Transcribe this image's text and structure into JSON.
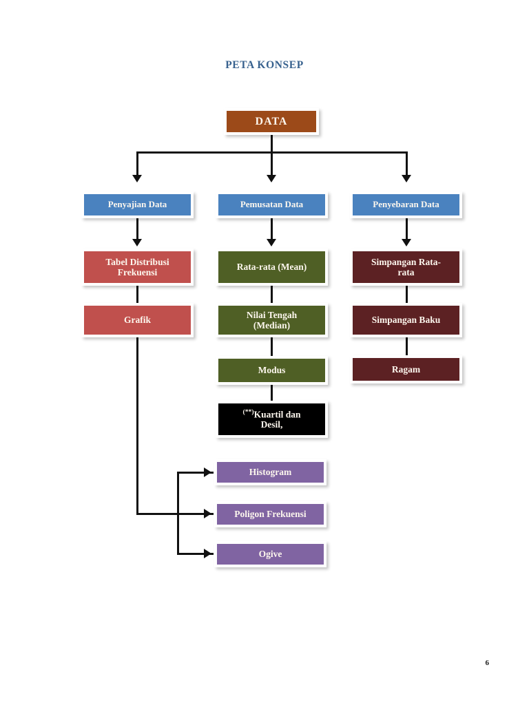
{
  "document": {
    "title": "PETA KONSEP",
    "page_number": "6"
  },
  "colors": {
    "title": "#37618e",
    "root": "#9c4a19",
    "level1": "#4a82bf",
    "penyajian_branch": "#c0504d",
    "pemusatan_branch": "#4f5f25",
    "penyebaran_branch": "#5c2123",
    "quartile_note": "#000000",
    "grafik_children": "#8064a2",
    "connector": "#111111",
    "box_border": "#ffffff"
  },
  "diagram": {
    "type": "concept-map",
    "root": {
      "label": "DATA"
    },
    "branches": [
      {
        "id": "penyajian",
        "header": "Penyajian Data",
        "items": [
          {
            "label": "Tabel Distribusi Frekuensi"
          },
          {
            "label": "Grafik"
          }
        ],
        "grafik_children": [
          {
            "label": "Histogram"
          },
          {
            "label": "Poligon Frekuensi"
          },
          {
            "label": "Ogive"
          }
        ]
      },
      {
        "id": "pemusatan",
        "header": "Pemusatan Data",
        "items": [
          {
            "label": "Rata-rata (Mean)"
          },
          {
            "label": "Nilai Tengah (Median)"
          },
          {
            "label": "Modus"
          }
        ],
        "note": {
          "marker": "(**)",
          "label": "Kuartil dan Desil,"
        }
      },
      {
        "id": "penyebaran",
        "header": "Penyebaran Data",
        "items": [
          {
            "label": "Simpangan Rata-rata"
          },
          {
            "label": "Simpangan Baku"
          },
          {
            "label": "Ragam"
          }
        ]
      }
    ]
  },
  "nodes": {
    "data": "DATA",
    "penyajian_data": "Penyajian Data",
    "pemusatan_data": "Pemusatan Data",
    "penyebaran_data": "Penyebaran Data",
    "tabel_distribusi_frekuensi_l1": "Tabel Distribusi",
    "tabel_distribusi_frekuensi_l2": "Frekuensi",
    "grafik": "Grafik",
    "rata_rata_mean": "Rata-rata (Mean)",
    "nilai_tengah_l1": "Nilai Tengah",
    "nilai_tengah_l2": "(Median)",
    "modus": "Modus",
    "kuartil_marker": "(**)",
    "kuartil_l1": "Kuartil dan",
    "kuartil_l2": "Desil,",
    "simpangan_rata_l1": "Simpangan Rata-",
    "simpangan_rata_l2": "rata",
    "simpangan_baku": "Simpangan Baku",
    "ragam": "Ragam",
    "histogram": "Histogram",
    "poligon_frekuensi": "Poligon Frekuensi",
    "ogive": "Ogive"
  }
}
